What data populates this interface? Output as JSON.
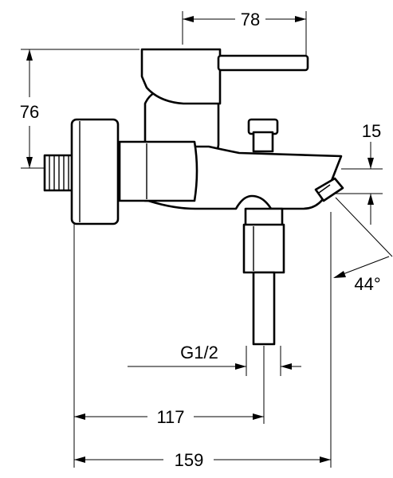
{
  "dimensions": {
    "top_width": "78",
    "height": "76",
    "spout_height": "15",
    "angle": "44°",
    "thread": "G1/2",
    "outlet_distance": "117",
    "total_depth": "159"
  }
}
